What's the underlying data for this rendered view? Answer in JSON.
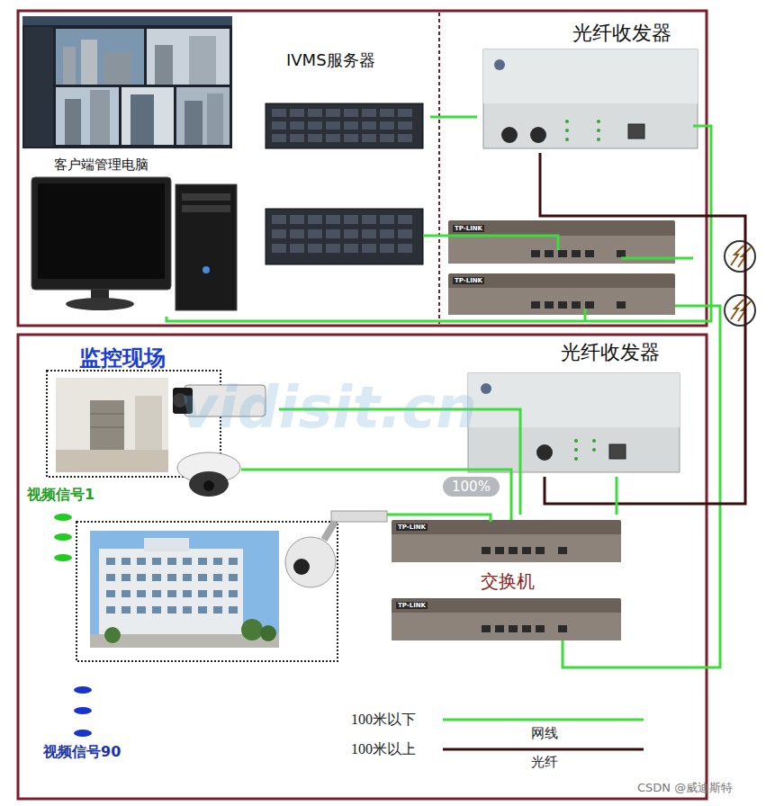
{
  "diagram": {
    "nodes": [
      {
        "text": [
          "客户端管理电脑"
        ]
      },
      {
        "text": [
          "IVMS服务器"
        ]
      },
      {
        "text": [
          "光纤收发器"
        ]
      },
      {
        "text": [
          "监控现场"
        ]
      },
      {
        "text": [
          "光纤收发器"
        ]
      },
      {
        "text": [
          "交换机"
        ]
      }
    ],
    "edges": [
      {
        "from": 0,
        "to": 2,
        "arrow": "none"
      },
      {
        "from": 1,
        "to": 2,
        "arrow": "none"
      },
      {
        "from": 2,
        "to": 4,
        "arrow": "none"
      },
      {
        "from": 3,
        "to": 5,
        "arrow": "none"
      },
      {
        "from": 5,
        "to": 4,
        "arrow": "none"
      }
    ],
    "labels": [
      "视频信号1",
      "视频信号90",
      "网线",
      "光纤",
      "vidisit.cn",
      "100%",
      "CSDN @威迪斯特",
      "TP-LINK",
      "TP-LINK",
      "TP-LINK",
      "TP-LINK"
    ],
    "legend": [
      {
        "text": "100米以下"
      },
      {
        "text": "100米以上"
      }
    ]
  }
}
